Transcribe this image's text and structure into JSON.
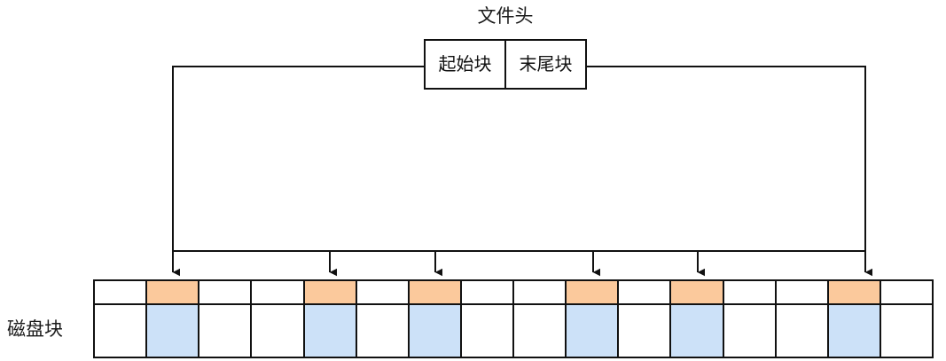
{
  "diagram": {
    "title": "文件头",
    "description_type": "file-allocation-linked-blocks-diagram"
  },
  "file_header": {
    "title": "文件头",
    "fields": [
      {
        "label": "起始块",
        "name": "start-block"
      },
      {
        "label": "末尾块",
        "name": "end-block"
      }
    ]
  },
  "disk": {
    "label": "磁盘块",
    "total_blocks": 16,
    "allocated_block_indices": [
      1,
      4,
      6,
      9,
      11,
      14
    ],
    "blocks": [
      {
        "index": 0,
        "allocated": false
      },
      {
        "index": 1,
        "allocated": true
      },
      {
        "index": 2,
        "allocated": false
      },
      {
        "index": 3,
        "allocated": false
      },
      {
        "index": 4,
        "allocated": true
      },
      {
        "index": 5,
        "allocated": false
      },
      {
        "index": 6,
        "allocated": true
      },
      {
        "index": 7,
        "allocated": false
      },
      {
        "index": 8,
        "allocated": false
      },
      {
        "index": 9,
        "allocated": true
      },
      {
        "index": 10,
        "allocated": false
      },
      {
        "index": 11,
        "allocated": true
      },
      {
        "index": 12,
        "allocated": false
      },
      {
        "index": 13,
        "allocated": false
      },
      {
        "index": 14,
        "allocated": true
      },
      {
        "index": 15,
        "allocated": false
      }
    ]
  },
  "arrows": {
    "count": 6,
    "target_block_indices": [
      1,
      4,
      6,
      9,
      11,
      14
    ]
  },
  "colors": {
    "allocated_top": "#fbc99c",
    "allocated_bottom": "#cce1f8",
    "empty": "#ffffff",
    "stroke": "#111111",
    "background": "#ffffff",
    "text": "#1a1a1a"
  }
}
